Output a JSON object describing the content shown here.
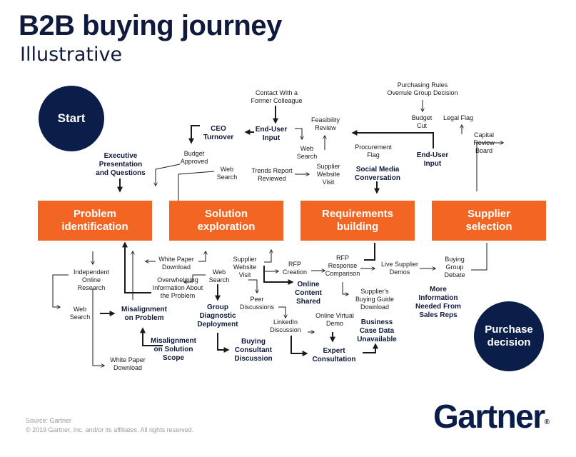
{
  "title": "B2B buying journey",
  "subtitle": "Illustrative",
  "start_label": "Start",
  "end_label": "Purchase decision",
  "stages": [
    "Problem identification",
    "Solution exploration",
    "Requirements building",
    "Supplier selection"
  ],
  "labels": {
    "contact_former": "Contact With a\nFormer Colleague",
    "end_user_input_1": "End-User\nInput",
    "ceo_turnover": "CEO\nTurnover",
    "budget_approved": "Budget\nApproved",
    "feasibility_review": "Feasibility\nReview",
    "web_search_top1": "Web\nSearch",
    "exec_presentation": "Executive\nPresentation\nand Questions",
    "web_search_top2": "Web\nSearch",
    "trends_report": "Trends Report\nReviewed",
    "supplier_website_visit_top": "Supplier\nWebsite\nVisit",
    "procurement_flag": "Procurement\nFlag",
    "social_media": "Social Media\nConversation",
    "purchasing_rules": "Purchasing Rules\nOverrule Group Decision",
    "budget_cut": "Budget\nCut",
    "legal_flag": "Legal Flag",
    "capital_review": "Capital\nReview\nBoard",
    "end_user_input_2": "End-User\nInput",
    "independent_research": "Independent\nOnline\nResearch",
    "web_search_left": "Web\nSearch",
    "white_paper_1": "White Paper\nDownload",
    "overwhelming_info": "Overwhelming\nInformation About\nthe Problem",
    "misalignment_problem": "Misalignment\non Problem",
    "misalignment_scope": "Misalignment\non Solution\nScope",
    "white_paper_2": "White Paper\nDownload",
    "web_search_mid": "Web\nSearch",
    "group_diagnostic": "Group\nDiagnostic\nDeployment",
    "supplier_website_visit_bot": "Supplier\nWebsite\nVisit",
    "peer_discussions": "Peer\nDiscussions",
    "linkedin_discussion": "LinkedIn\nDiscussion",
    "buying_consultant": "Buying\nConsultant\nDiscussion",
    "rfp_creation": "RFP\nCreation",
    "online_content_shared": "Online\nContent\nShared",
    "rfp_response": "RFP\nResponse\nComparison",
    "suppliers_buying_guide": "Supplier's\nBuying Guide\nDownload",
    "online_virtual_demo": "Online Virtual\nDemo",
    "expert_consultation": "Expert\nConsultation",
    "business_case": "Business\nCase Data\nUnavailable",
    "live_supplier_demos": "Live Supplier\nDemos",
    "buying_group_debate": "Buying\nGroup\nDebate",
    "more_information": "More\nInformation\nNeeded From\nSales Reps"
  },
  "footer": {
    "source": "Source: Gartner",
    "copyright": "© 2019 Gartner, Inc. and/or its affiliates. All rights reserved."
  },
  "logo": {
    "text": "Gartner",
    "mark": "®"
  },
  "colors": {
    "navy": "#0b1e4a",
    "orange": "#f26522"
  }
}
